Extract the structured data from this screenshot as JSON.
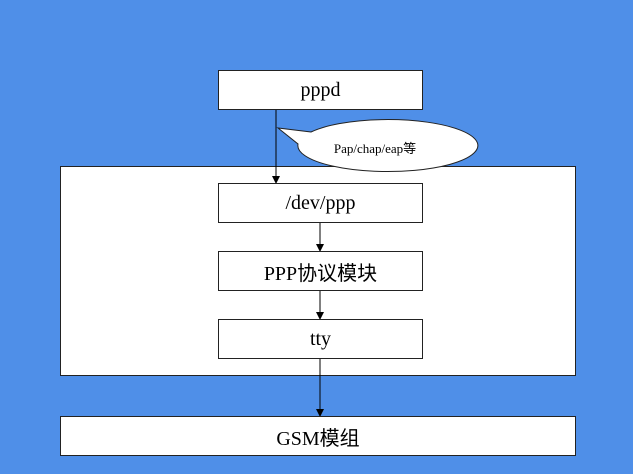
{
  "diagram": {
    "nodes": {
      "pppd": "pppd",
      "dev_ppp": "/dev/ppp",
      "ppp_module": "PPP协议模块",
      "tty": "tty",
      "gsm_module": "GSM模组"
    },
    "callout": "Pap/chap/eap等",
    "edges": [
      [
        "pppd",
        "dev_ppp"
      ],
      [
        "dev_ppp",
        "ppp_module"
      ],
      [
        "ppp_module",
        "tty"
      ],
      [
        "tty",
        "gsm_module"
      ]
    ]
  },
  "colors": {
    "background": "#4f8fe8",
    "box_fill": "#ffffff",
    "stroke": "#222222"
  }
}
